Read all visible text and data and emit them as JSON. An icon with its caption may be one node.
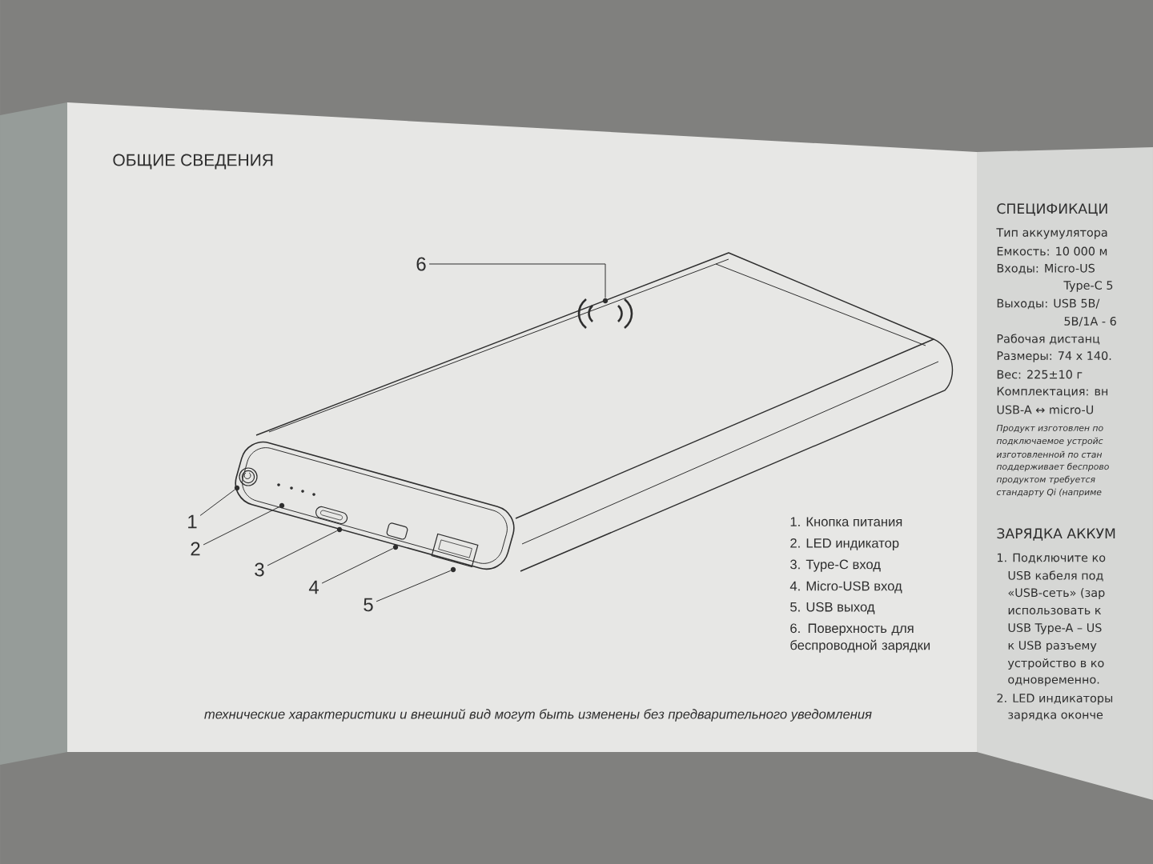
{
  "diagram": {
    "title": "ОБЩИЕ СВЕДЕНИЯ",
    "caption": "технические характеристики и внешний вид могут быть изменены без предварительного уведомления",
    "nodes": [
      {
        "text": [
          "1"
        ]
      },
      {
        "text": [
          "2"
        ]
      },
      {
        "text": [
          "3"
        ]
      },
      {
        "text": [
          "4"
        ]
      },
      {
        "text": [
          "5"
        ]
      },
      {
        "text": [
          "6"
        ]
      },
      {
        "text": [],
        "shape": "circle"
      },
      {
        "text": [],
        "shape": "circle"
      },
      {
        "text": [],
        "shape": "circle"
      },
      {
        "text": [],
        "shape": "circle"
      },
      {
        "text": [],
        "shape": "circle"
      },
      {
        "text": [],
        "shape": "circle"
      }
    ],
    "edges": [
      {
        "from": 0,
        "to": 6,
        "arrow": "none"
      },
      {
        "from": 1,
        "to": 7,
        "arrow": "none"
      },
      {
        "from": 2,
        "to": 8,
        "arrow": "none"
      },
      {
        "from": 3,
        "to": 9,
        "arrow": "none"
      },
      {
        "from": 4,
        "to": 10,
        "arrow": "none"
      },
      {
        "from": 5,
        "to": 11,
        "arrow": "none"
      }
    ],
    "labels": [
      "1. Кнопка питания",
      "2. LED индикатор",
      "3. Type-C вход",
      "4. Micro-USB вход",
      "5. USB выход",
      "6. Поверхность для беспроводной зарядки",
      "СПЕЦИФИКАЦИ",
      "Тип аккумулятора",
      "Емкость: 10 000 м",
      "Входы: Micro-US",
      "Type-C 5",
      "Выходы: USB 5В/",
      "5В/1А - 6",
      "Рабочая дистанц",
      "Размеры: 74 x 140.",
      "Вес: 225±10 г",
      "Комплектация: вн",
      "USB-A ↔ micro-U",
      "Продукт изготовлен по",
      "подключаемое устройс",
      "изготовленной по стан",
      "поддерживает беспрово",
      "продуктом требуется",
      "стандарту Qi (наприме",
      "ЗАРЯДКА АККУМ",
      "1. Подключите ко",
      "USB кабеля под",
      "«USB-сеть» (зар",
      "использовать к",
      "USB Type-A – US",
      "к USB разъему",
      "устройство в ко",
      "одновременно.",
      "2. LED индикаторы",
      "зарядка оконче"
    ]
  }
}
